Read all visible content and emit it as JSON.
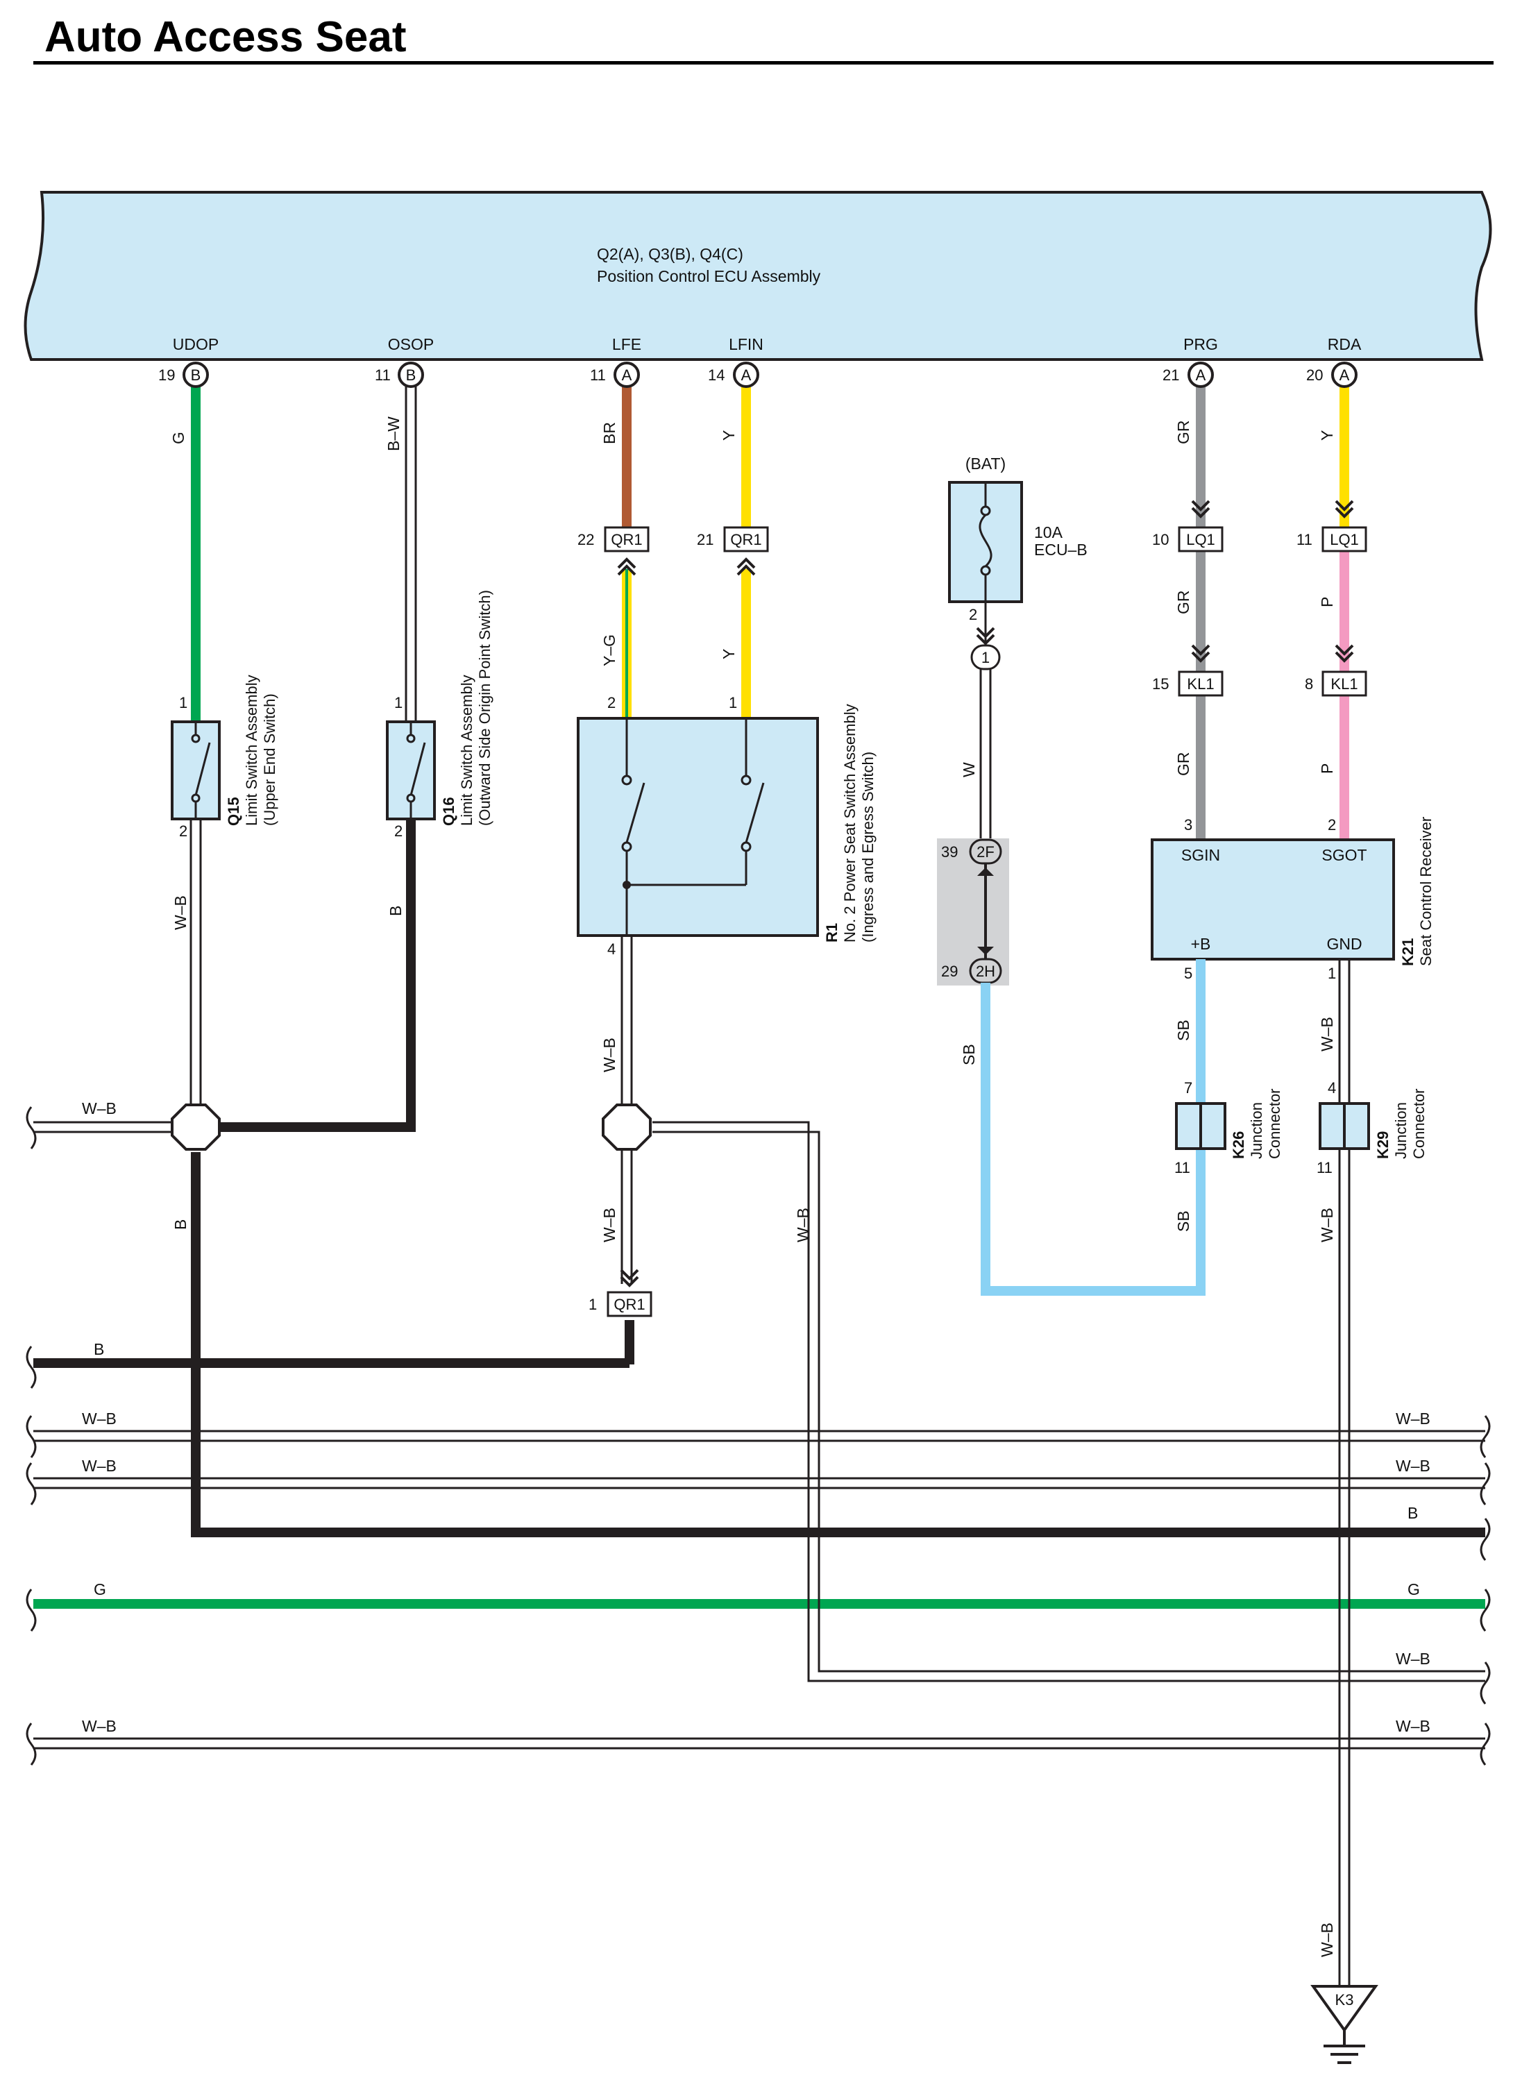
{
  "title": "Auto Access Seat",
  "colors": {
    "ecu_fill": "#cde9f6",
    "green": "#00a651",
    "brown": "#b05a33",
    "yellow": "#ffe000",
    "gray": "#939598",
    "pink": "#f49ac1",
    "sky_blue": "#8ad2f4",
    "black": "#231f20"
  },
  "ecu": {
    "ref": "Q2(A), Q3(B), Q4(C)",
    "name": "Position Control ECU Assembly",
    "terminals": [
      {
        "name": "UDOP",
        "pin": "19",
        "conn": "B",
        "wire": "G"
      },
      {
        "name": "OSOP",
        "pin": "11",
        "conn": "B",
        "wire": "B–W"
      },
      {
        "name": "LFE",
        "pin": "11",
        "conn": "A",
        "wire": "BR"
      },
      {
        "name": "LFIN",
        "pin": "14",
        "conn": "A",
        "wire": "Y"
      },
      {
        "name": "PRG",
        "pin": "21",
        "conn": "A",
        "wire": "GR"
      },
      {
        "name": "RDA",
        "pin": "20",
        "conn": "A",
        "wire": "Y"
      }
    ]
  },
  "connectors": {
    "qr1": "QR1",
    "lq1": "LQ1",
    "kl1": "KL1",
    "qr1_22": "22",
    "qr1_21": "21",
    "lq1_10": "10",
    "lq1_11": "11",
    "kl1_15": "15",
    "kl1_8": "8",
    "qr1_1": "1"
  },
  "components": {
    "q15": {
      "ref": "Q15",
      "name": "Limit Switch Assembly",
      "sub": "(Upper End Switch)",
      "pin_top": "1",
      "pin_bottom": "2"
    },
    "q16": {
      "ref": "Q16",
      "name": "Limit Switch Assembly",
      "sub": "(Outward Side Origin Point Switch)",
      "pin_top": "1",
      "pin_bottom": "2"
    },
    "r1": {
      "ref": "R1",
      "name": "No. 2 Power Seat Switch Assembly",
      "sub": "(Ingress and Egress Switch)",
      "pin_a": "2",
      "pin_b": "1",
      "pin_c": "4"
    },
    "k21": {
      "ref": "K21",
      "name": "Seat Control Receiver",
      "sgin": "SGIN",
      "sgot": "SGOT",
      "plus_b": "+B",
      "gnd": "GND",
      "pin_sgin": "3",
      "pin_sgot": "2",
      "pin_plus_b": "5",
      "pin_gnd": "1"
    },
    "k26": {
      "ref": "K26",
      "name": "Junction",
      "sub": "Connector",
      "pin_top": "7",
      "pin_bottom": "11"
    },
    "k29": {
      "ref": "K29",
      "name": "Junction",
      "sub": "Connector",
      "pin_top": "4",
      "pin_bottom": "11"
    },
    "fuse": {
      "source": "(BAT)",
      "rating": "10A",
      "name": "ECU–B",
      "pin": "2",
      "junction": "1"
    },
    "jb": {
      "pin_top": "39",
      "conn_top": "2F",
      "pin_bottom": "29",
      "conn_bottom": "2H"
    },
    "ground": "K3"
  },
  "wires": {
    "g": "G",
    "bw": "B–W",
    "br": "BR",
    "y": "Y",
    "yg": "Y–G",
    "gr": "GR",
    "p": "P",
    "wb": "W–B",
    "b": "B",
    "w": "W",
    "sb": "SB"
  }
}
